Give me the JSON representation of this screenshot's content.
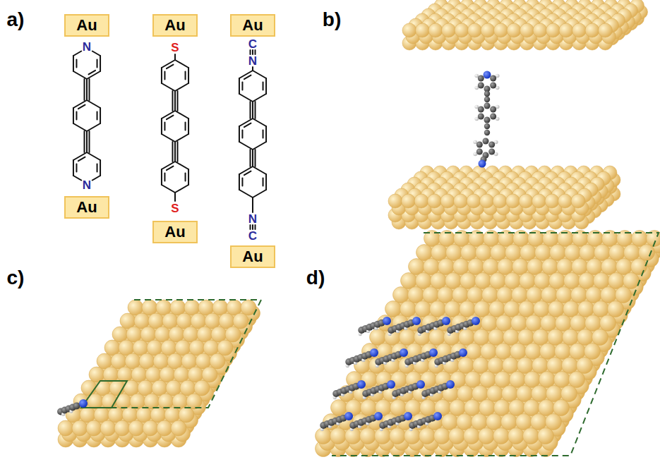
{
  "diagram": {
    "nodes": [
      {
        "text": [
          "Au"
        ]
      },
      {
        "text": [
          "Au"
        ]
      },
      {
        "text": [
          "Au"
        ]
      },
      {
        "text": [
          "Au"
        ]
      },
      {
        "text": [
          "Au"
        ]
      },
      {
        "text": [
          "Au"
        ]
      }
    ],
    "labels": [
      "a)",
      "b)",
      "N",
      "S",
      "C",
      "N",
      "N",
      "S",
      "N",
      "C",
      "c)",
      "d)"
    ]
  }
}
